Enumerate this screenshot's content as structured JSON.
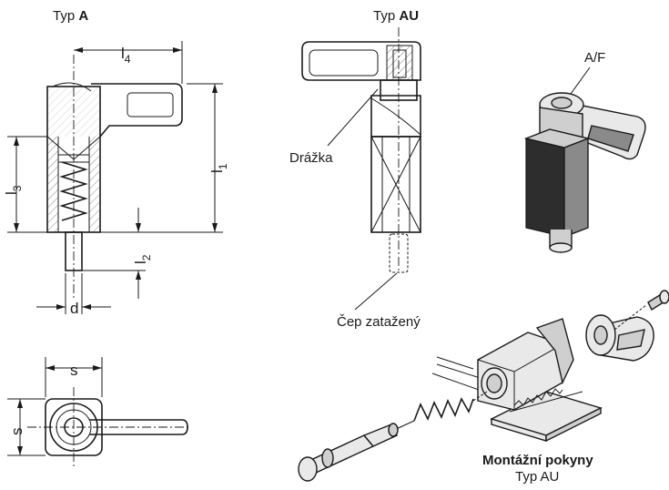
{
  "labels": {
    "type_a_prefix": "Typ ",
    "type_a_bold": "A",
    "type_au_prefix": "Typ ",
    "type_au_bold": "AU",
    "groove": "Drážka",
    "af": "A/F",
    "pin_retracted": "Čep zatažený",
    "assembly_title": "Montážní pokyny",
    "assembly_type": "Typ AU"
  },
  "dimensions": {
    "l4": "l4",
    "l1": "l1",
    "l3": "l3",
    "l2": "l2",
    "d": "d",
    "s_top": "s",
    "s_side": "s"
  },
  "colors": {
    "line": "#1a1a1a",
    "shade_light": "#e9e9e9",
    "shade_mid": "#cfcfcf",
    "shade_dark": "#8a8a8a"
  }
}
